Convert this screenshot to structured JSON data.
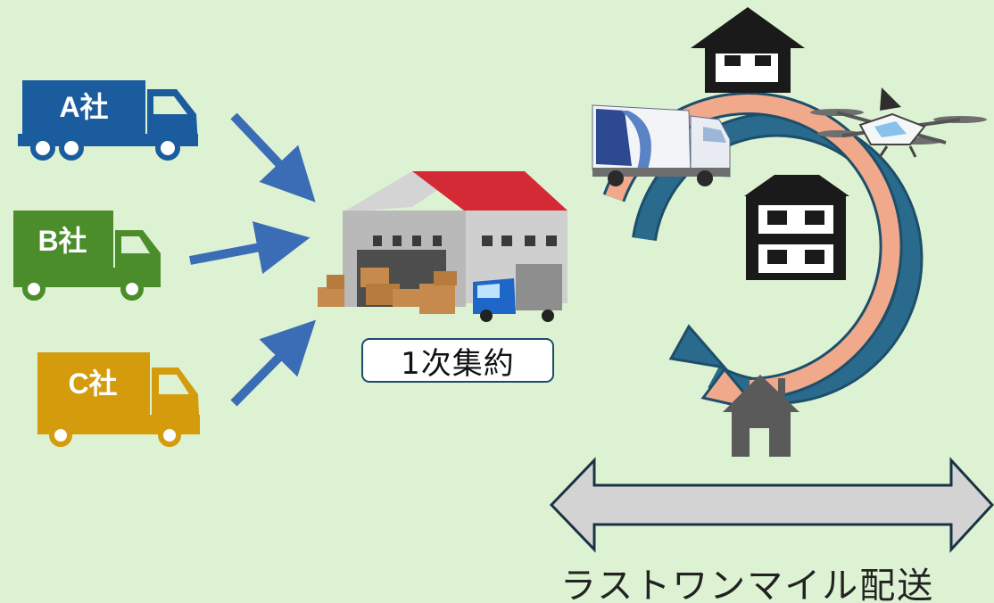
{
  "companies": [
    {
      "label": "A社",
      "color": "#1b5c9e"
    },
    {
      "label": "B社",
      "color": "#4b8d2a"
    },
    {
      "label": "C社",
      "color": "#d49b0c"
    }
  ],
  "hub": {
    "label": "1次集約"
  },
  "delivery": {
    "label": "ラストワンマイル配送"
  },
  "colors": {
    "background": "#dcf2d2",
    "arrow_blue": "#3a6db5",
    "loop_dark": "#1d4e6b",
    "loop_salmon": "#f0a98a",
    "house": "#1a1a1a",
    "range_arrow": "#d3d3d3"
  },
  "icons": [
    "truck-icon",
    "warehouse-icon",
    "house-icon",
    "apartment-icon",
    "drone-icon",
    "delivery-truck-icon"
  ]
}
